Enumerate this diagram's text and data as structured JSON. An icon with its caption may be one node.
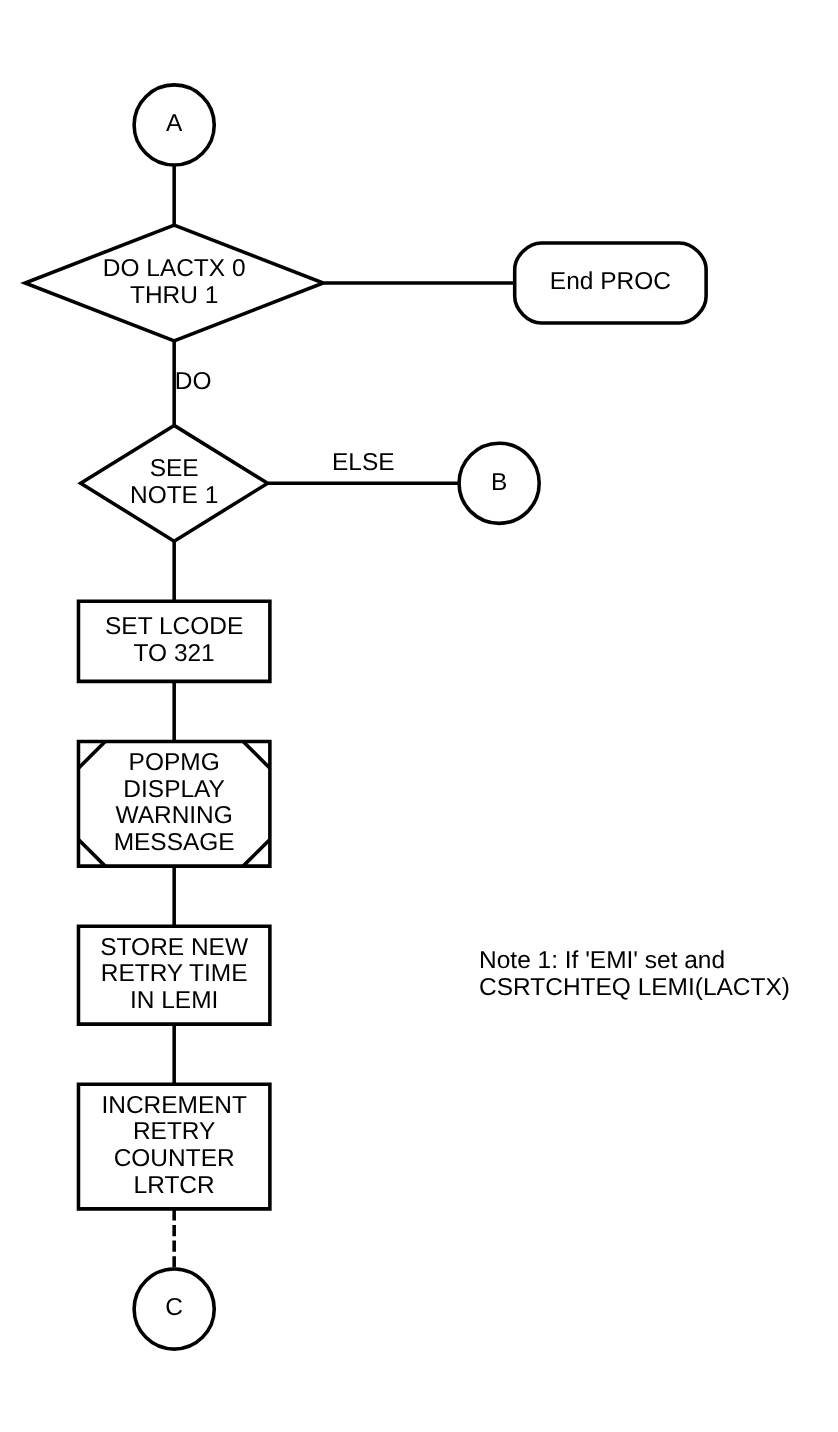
{
  "diagram": {
    "nodes": [
      {
        "text": [
          "A"
        ]
      },
      {
        "text": [
          "DO LACTX 0 THRU 1"
        ]
      },
      {
        "text": [
          "End PROC"
        ]
      },
      {
        "text": [
          "SEE NOTE 1"
        ]
      },
      {
        "text": [
          "B"
        ]
      },
      {
        "text": [
          "SET LCODE TO 321"
        ]
      },
      {
        "text": [
          "POPMG DISPLAY WARNING MESSAGE"
        ]
      },
      {
        "text": [
          "STORE NEW RETRY TIME IN LEMI"
        ]
      },
      {
        "text": [
          "INCREMENT RETRY COUNTER LRTCR"
        ]
      },
      {
        "text": [
          "C"
        ]
      }
    ],
    "edges": [
      {
        "from": 0,
        "to": 1,
        "arrow": "none"
      },
      {
        "from": 1,
        "to": 2,
        "arrow": "none"
      },
      {
        "from": 1,
        "to": 3,
        "arrow": "none",
        "label": "DO"
      },
      {
        "from": 3,
        "to": 4,
        "arrow": "none",
        "label": "ELSE"
      },
      {
        "from": 3,
        "to": 5,
        "arrow": "none"
      },
      {
        "from": 5,
        "to": 6,
        "arrow": "none"
      },
      {
        "from": 6,
        "to": 7,
        "arrow": "none"
      },
      {
        "from": 7,
        "to": 8,
        "arrow": "none"
      },
      {
        "from": 8,
        "to": 9,
        "arrow": "none",
        "style": "dashed"
      }
    ],
    "labels": [
      "Note 1: If 'EMI' set and CSRTCHTEQ LEMI(LACTX)"
    ]
  }
}
